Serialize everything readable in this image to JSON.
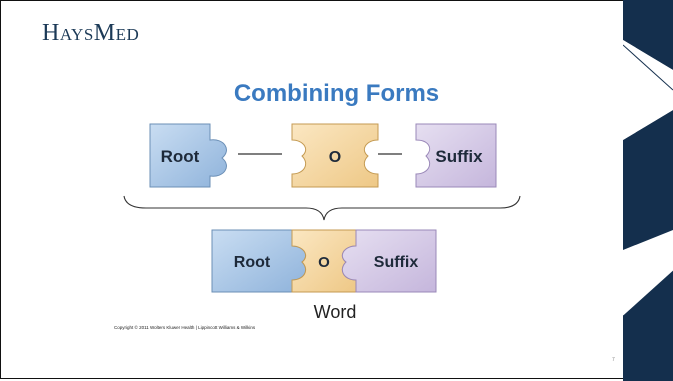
{
  "slide": {
    "logo": "HaysMed",
    "title": "Combining Forms",
    "top_row": {
      "root": "Root",
      "o": "O",
      "suffix": "Suffix"
    },
    "bottom_row": {
      "root": "Root",
      "o": "O",
      "suffix": "Suffix"
    },
    "word_label": "Word",
    "copyright": "Copyright © 2011 Wolters Kluwer Health | Lippincott Williams & Wilkins",
    "slide_number": "7"
  },
  "colors": {
    "navy": "#142f4d",
    "title_blue": "#3a7ac0",
    "root_blue": "#a9c6e6",
    "o_orange": "#f6d9a3",
    "suffix_purple": "#d8cde8"
  }
}
